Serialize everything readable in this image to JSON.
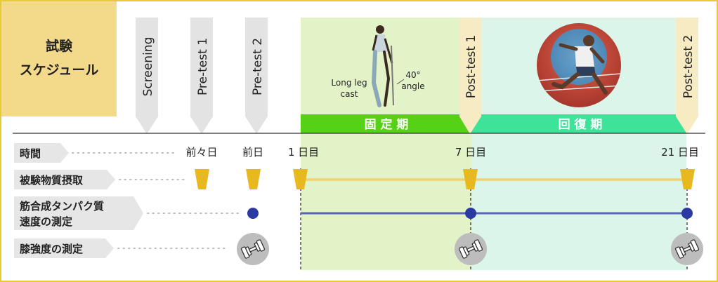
{
  "title": {
    "line1": "試験",
    "line2": "スケジュール"
  },
  "timepoints": {
    "screening": "Screening",
    "pretest1": "Pre-test 1",
    "pretest2": "Pre-test 2",
    "posttest1": "Post-test 1",
    "posttest2": "Post-test 2"
  },
  "phases": {
    "fixation": "固 定 期",
    "recovery": "回 復 期"
  },
  "illustration": {
    "cast": "Long leg\ncast",
    "angle": "40°\nangle"
  },
  "rows": {
    "time": "時間",
    "intake": "被験物質摂取",
    "mps_line1": "筋合成タンパク質",
    "mps_line2": "速度の測定",
    "knee": "膝強度の測定"
  },
  "days": {
    "day_before2": "前々日",
    "day_before": "前日",
    "day1": "1 日目",
    "day7": "7 日目",
    "day21": "21 日目"
  },
  "colors": {
    "frame": "#e8c93a",
    "title_bg": "#f3d98a",
    "fixation_bg": "#e3f3c8",
    "fixation_bar": "#55d215",
    "recovery_bg": "#dcf5ea",
    "recovery_bar": "#3ee39a",
    "post_tab": "#f6ebc2",
    "tab_grey": "#e3e3e3",
    "intake_marker": "#e8b820",
    "intake_line": "#f0d272",
    "mps_marker": "#2b3aa3",
    "mps_line": "#5864b6"
  }
}
